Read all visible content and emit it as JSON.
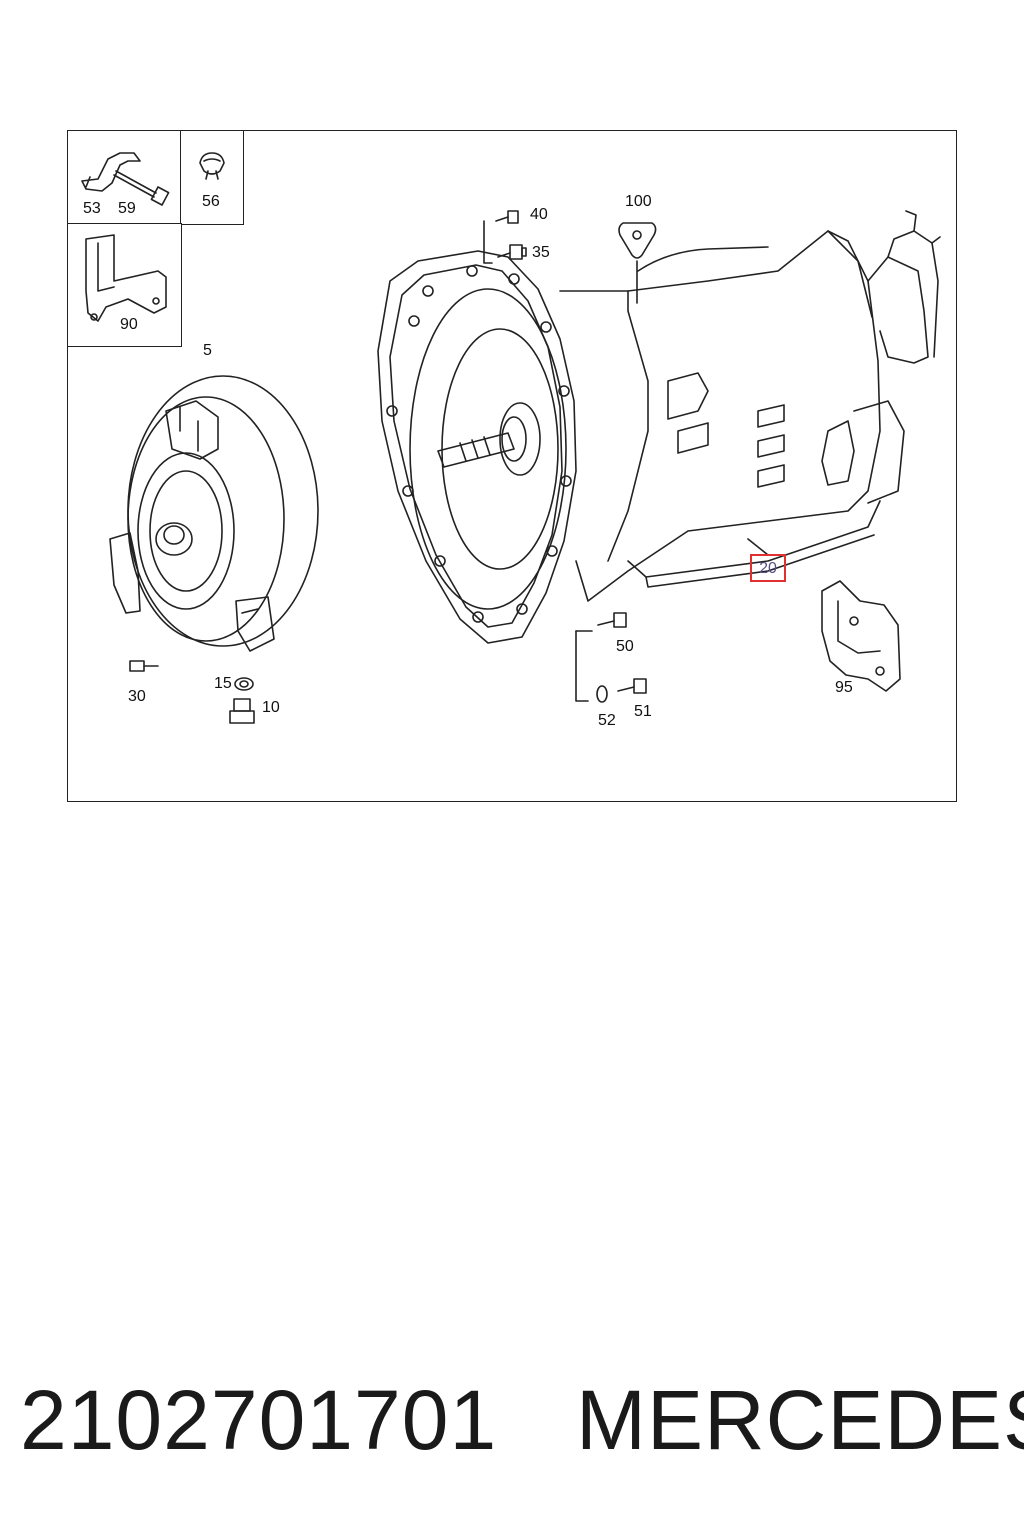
{
  "diagram": {
    "labels": {
      "p53": "53",
      "p59": "59",
      "p56": "56",
      "p90": "90",
      "p5": "5",
      "p40": "40",
      "p35": "35",
      "p100": "100",
      "p20": "20",
      "p50": "50",
      "p95": "95",
      "p30": "30",
      "p15": "15",
      "p10": "10",
      "p52": "52",
      "p51": "51"
    },
    "highlighted_part": "20",
    "highlight_color": "#e0312f"
  },
  "caption": {
    "part_number": "2102701701",
    "brand": "MERCEDES"
  }
}
